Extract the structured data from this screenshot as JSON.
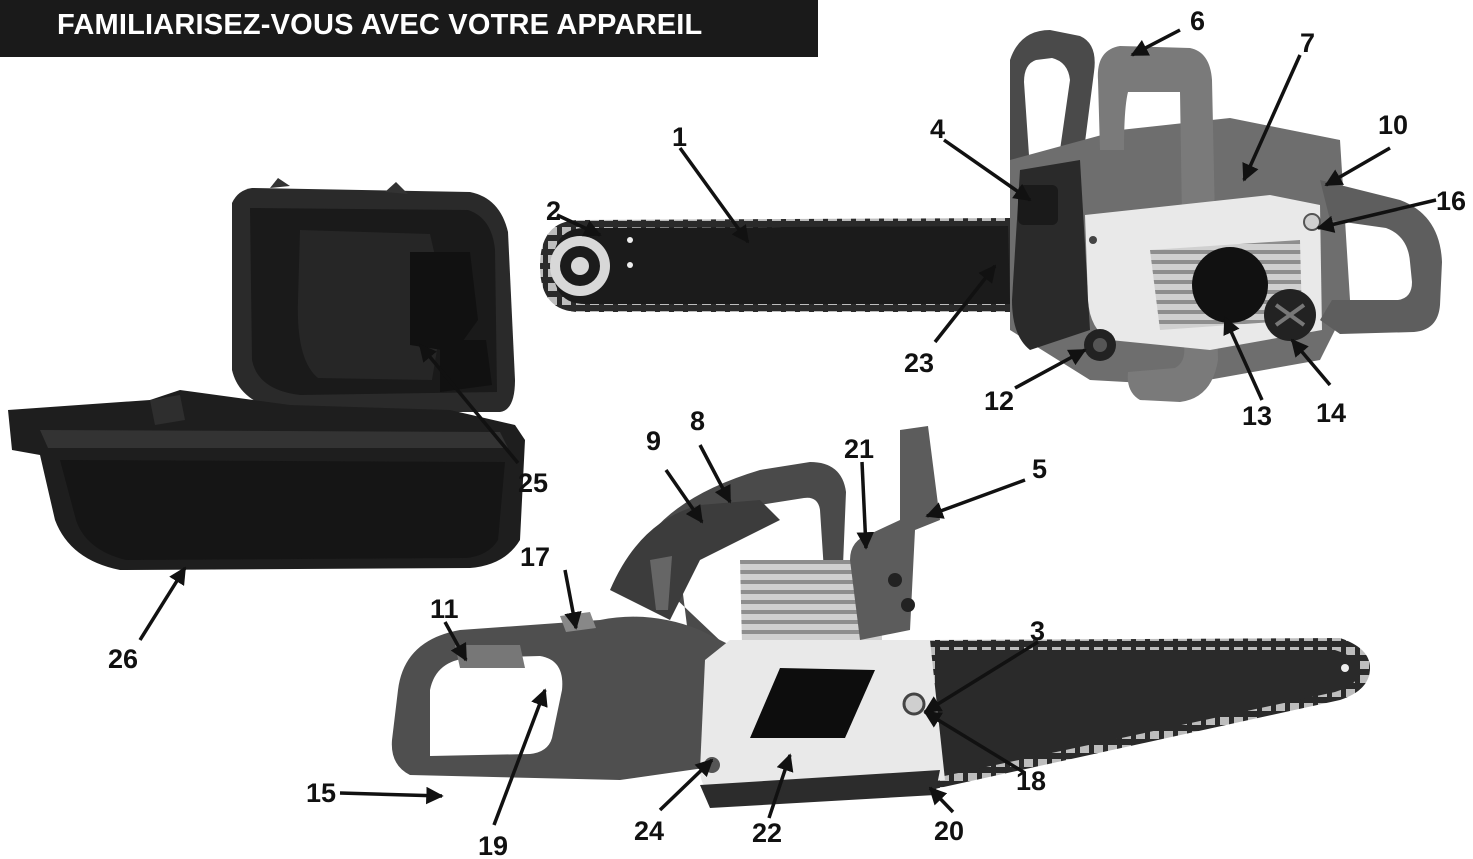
{
  "header": {
    "title": "FAMILIARISEZ-VOUS AVEC VOTRE APPAREIL"
  },
  "callouts": [
    "1",
    "2",
    "3",
    "4",
    "5",
    "6",
    "7",
    "8",
    "9",
    "10",
    "11",
    "12",
    "13",
    "14",
    "15",
    "16",
    "17",
    "18",
    "19",
    "20",
    "21",
    "22",
    "23",
    "24",
    "25",
    "26"
  ],
  "colors": {
    "header_bg": "#1a1a1a",
    "header_text": "#ffffff",
    "body": "#6e6e6e",
    "dark": "#1c1c1c",
    "cover": "#e9e9e9"
  }
}
